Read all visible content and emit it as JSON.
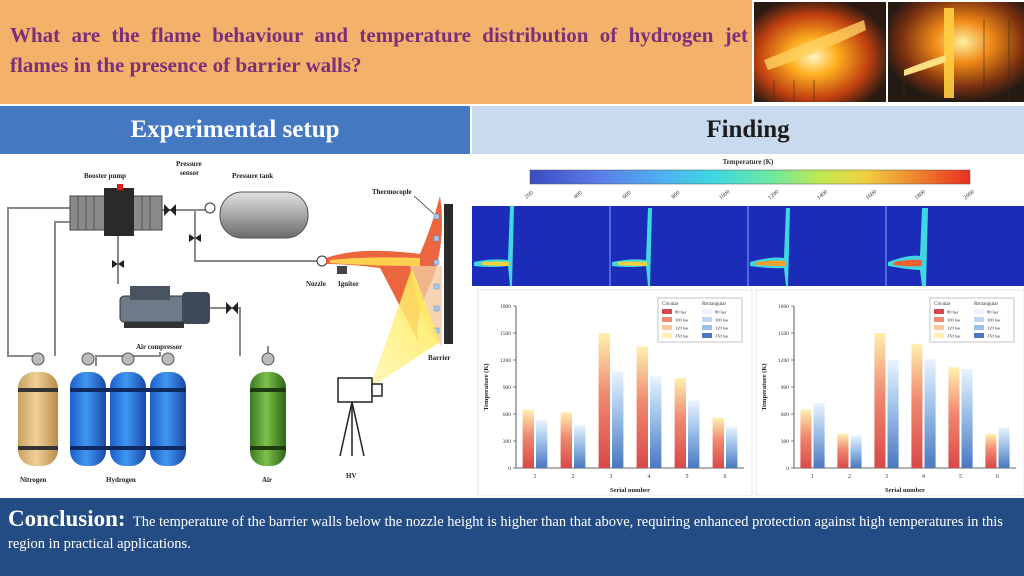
{
  "question": "What are the flame behaviour and temperature distribution of hydrogen jet flames in the presence of barrier walls?",
  "headers": {
    "setup": "Experimental setup",
    "finding": "Finding"
  },
  "setup_labels": {
    "booster_pump": "Booster pump",
    "pressure_sensor_1": "Pressure",
    "pressure_sensor_2": "sensor",
    "pressure_tank": "Pressure tank",
    "thermocouple": "Thermocople",
    "nozzle": "Nozzle",
    "ignitor": "Ignitor",
    "air_compressor": "Air compressor",
    "barrier": "Barrier",
    "nitrogen": "Nitrogen",
    "hydrogen": "Hydrogen",
    "air": "Air",
    "hv": "HV"
  },
  "colorbar": {
    "title": "Temperature (K)",
    "ticks": [
      "200",
      "400",
      "600",
      "800",
      "1000",
      "1200",
      "1400",
      "1600",
      "1800",
      "2000"
    ],
    "colors": [
      "#3b4cc0",
      "#5a7be8",
      "#4fa8f0",
      "#3fd0e8",
      "#5ee0b0",
      "#a8e85a",
      "#e8e040",
      "#f0b030",
      "#f07030",
      "#e83020"
    ]
  },
  "chart_data": [
    {
      "type": "bar",
      "xlabel": "Serial number",
      "ylabel": "Temperature (K)",
      "categories": [
        "1",
        "2",
        "3",
        "4",
        "5",
        "6"
      ],
      "ylim": [
        0,
        1800
      ],
      "yticks": [
        "0",
        "300",
        "600",
        "900",
        "1200",
        "1500",
        "1800"
      ],
      "legend": {
        "group1": "Circular",
        "group2": "Rectangular",
        "entries1": [
          "80 bar",
          "100 bar",
          "120 bar",
          "150 bar"
        ],
        "entries2": [
          "80 bar",
          "100 bar",
          "120 bar",
          "150 bar"
        ]
      },
      "series": [
        {
          "name": "Circular",
          "values": [
            650,
            620,
            1500,
            1350,
            1000,
            560
          ]
        },
        {
          "name": "Rectangular",
          "values": [
            530,
            480,
            1070,
            1020,
            750,
            460
          ]
        }
      ]
    },
    {
      "type": "bar",
      "xlabel": "Serial number",
      "ylabel": "Temperature (K)",
      "categories": [
        "1",
        "2",
        "3",
        "4",
        "5",
        "6"
      ],
      "ylim": [
        0,
        1800
      ],
      "yticks": [
        "0",
        "300",
        "600",
        "900",
        "1200",
        "1500",
        "1800"
      ],
      "legend": {
        "group1": "Circular",
        "group2": "Rectangular",
        "entries1": [
          "80 bar",
          "100 bar",
          "120 bar",
          "150 bar"
        ],
        "entries2": [
          "80 bar",
          "100 bar",
          "120 bar",
          "150 bar"
        ]
      },
      "series": [
        {
          "name": "Circular",
          "values": [
            650,
            380,
            1500,
            1380,
            1120,
            380
          ]
        },
        {
          "name": "Rectangular",
          "values": [
            720,
            360,
            1200,
            1210,
            1100,
            450
          ]
        }
      ]
    }
  ],
  "conclusion": {
    "label": "Conclusion:",
    "text": "The temperature of the barrier walls below the nozzle height is higher than that above, requiring enhanced protection against high temperatures in this region in practical applications."
  }
}
